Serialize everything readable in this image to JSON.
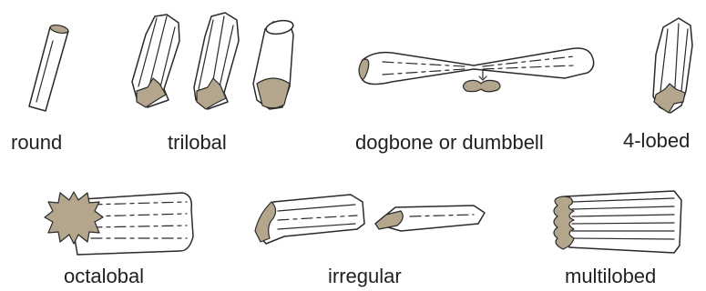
{
  "colors": {
    "cross_section": "#b3a68c",
    "outline": "#2a2a2a",
    "label": "#231f20"
  },
  "labels": {
    "round": "round",
    "trilobal": "trilobal",
    "dogbone": "dogbone or dumbbell",
    "four_lobed": "4-lobed",
    "octalobal": "octalobal",
    "irregular": "irregular",
    "multilobed": "multilobed"
  }
}
